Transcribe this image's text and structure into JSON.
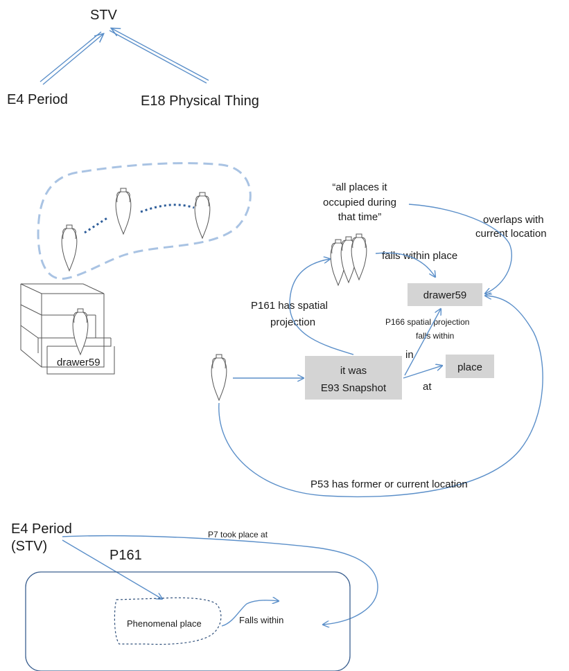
{
  "top": {
    "stv": "STV",
    "period": "E4 Period",
    "physical_thing": "E18 Physical Thing"
  },
  "middle": {
    "quote_line1": "“all places it",
    "quote_line2": "occupied during",
    "quote_line3": "that time”",
    "overlaps_line1": "overlaps with",
    "overlaps_line2": "current location",
    "falls_within_place": "falls within place",
    "drawer_box": "drawer59",
    "p161_line1": "P161 has spatial",
    "p161_line2": "projection",
    "p166_line1": "P166 spatial projection",
    "p166_line2": "falls within",
    "snapshot_line1": "it was",
    "snapshot_line2": "E93 Snapshot",
    "in_label": "in",
    "at_label": "at",
    "place_box": "place",
    "p53": "P53 has former or current  location",
    "drawer_label": "drawer59"
  },
  "bottom": {
    "period_line1": "E4 Period",
    "period_line2": "(STV)",
    "p7": "P7 took place at",
    "p161": "P161",
    "phenomenal_place": "Phenomenal place",
    "falls_within": "Falls within"
  }
}
